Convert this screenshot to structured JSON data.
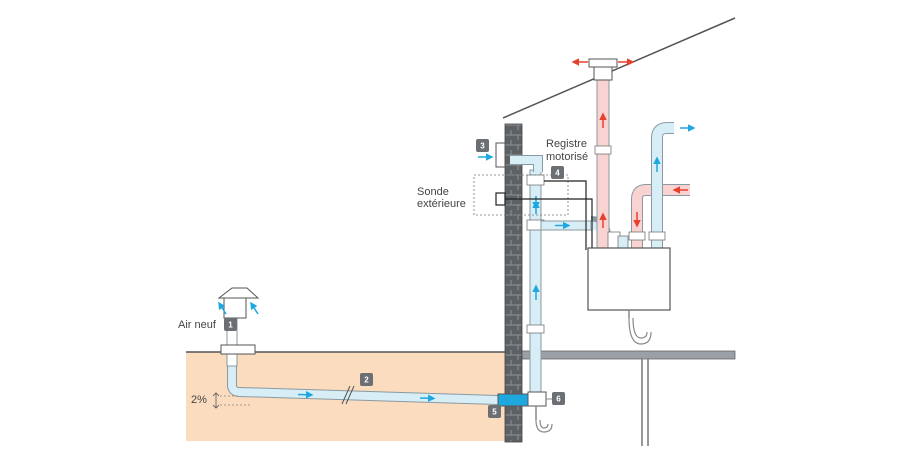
{
  "labels": {
    "air_neuf": "Air neuf",
    "sonde_line1": "Sonde",
    "sonde_line2": "extérieure",
    "registre_line1": "Registre",
    "registre_line2": "motorisé",
    "slope": "2%"
  },
  "badges": [
    "1",
    "2",
    "3",
    "4",
    "5",
    "6"
  ],
  "colors": {
    "ground": "#fbdcbf",
    "cold_pipe": "#d8eef7",
    "warm_pipe": "#f8d3d1",
    "pipe_outline": "#8a9aa2",
    "brick": "#5d6165",
    "badge": "#6b6f73",
    "arrow_cold": "#1fa7e0",
    "arrow_hot": "#e8402e"
  }
}
